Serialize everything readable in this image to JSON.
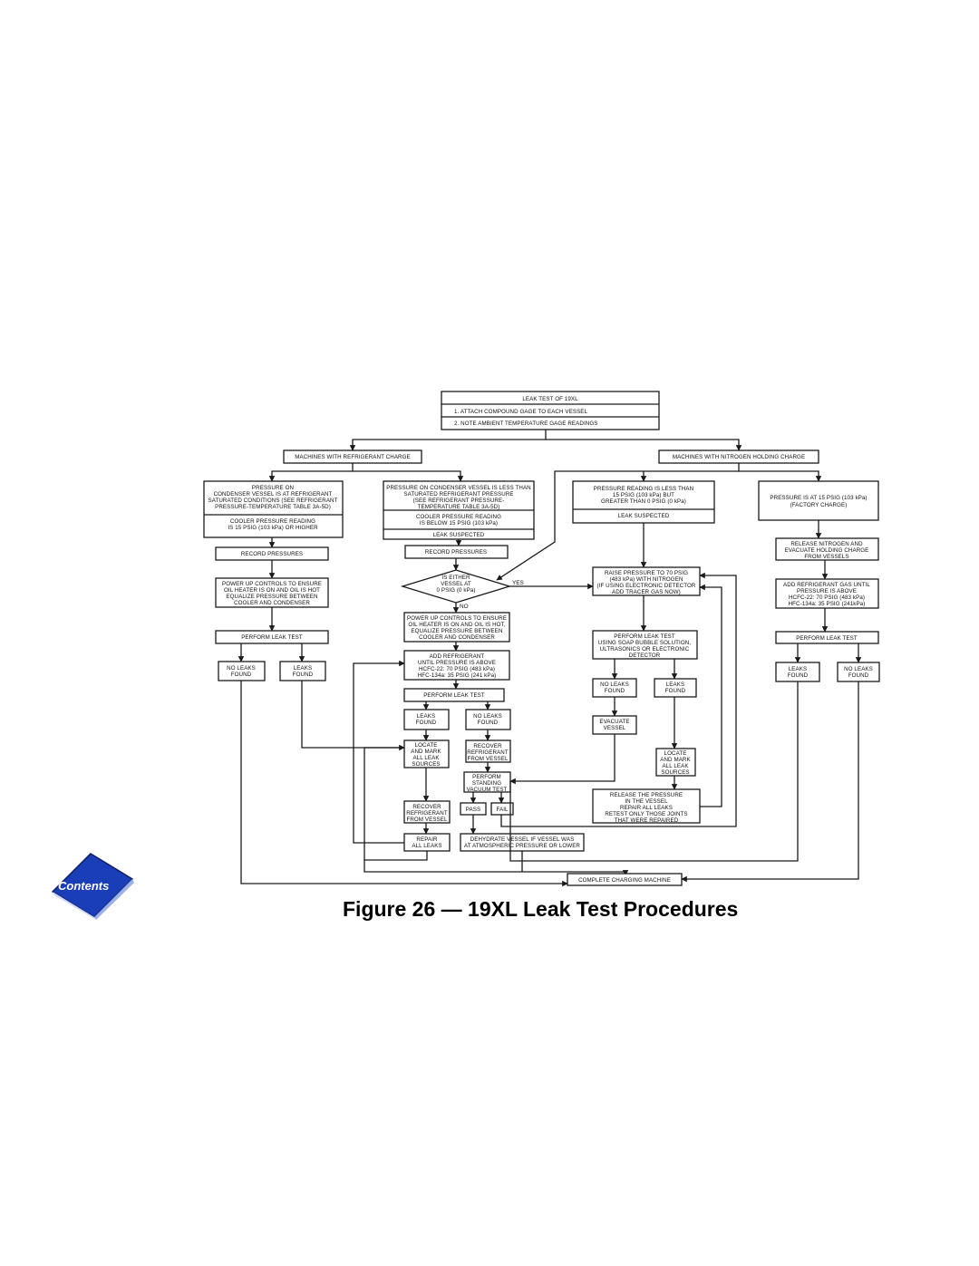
{
  "badge": {
    "label": "Contents"
  },
  "caption": "Figure 26 — 19XL Leak Test Procedures",
  "diagram": {
    "header": {
      "title": "LEAK TEST OF 19XL",
      "step1": "1. ATTACH COMPOUND GAGE TO EACH VESSEL",
      "step2": "2. NOTE AMBIENT TEMPERATURE GAGE READINGS"
    },
    "refrigerant_branch": "MACHINES WITH REFRIGERANT CHARGE",
    "nitrogen_branch": "MACHINES WITH NITROGEN HOLDING CHARGE",
    "col_a": {
      "pressure_on": [
        "PRESSURE ON",
        "CONDENSER VESSEL IS AT REFRIGERANT",
        "SATURATED CONDITIONS (SEE REFRIGERANT",
        "PRESSURE-TEMPERATURE TABLE 3A-5D)"
      ],
      "cooler_reading": [
        "COOLER PRESSURE READING",
        "IS 15 PSIG (103 kPa) OR HIGHER"
      ],
      "record": "RECORD PRESSURES",
      "power_up": [
        "POWER UP CONTROLS TO ENSURE",
        "OIL HEATER IS ON AND OIL IS HOT",
        "EQUALIZE PRESSURE BETWEEN",
        "COOLER AND CONDENSER"
      ],
      "perform": "PERFORM LEAK TEST",
      "no_leaks": [
        "NO LEAKS",
        "FOUND"
      ],
      "leaks": [
        "LEAKS",
        "FOUND"
      ]
    },
    "col_b": {
      "pressure_less": [
        "PRESSURE ON CONDENSER VESSEL IS LESS THAN",
        "SATURATED REFRIGERANT PRESSURE",
        "(SEE REFRIGERANT PRESSURE-",
        "TEMPERATURE TABLE 3A-5D)"
      ],
      "cooler_below": [
        "COOLER PRESSURE READING",
        "IS BELOW 15 PSIG (103 kPa)"
      ],
      "leak_suspected": "LEAK SUSPECTED",
      "record": "RECORD PRESSURES",
      "decision": [
        "IS EITHER",
        "VESSEL AT",
        "0 PSIG (0 kPa)"
      ],
      "yes": "YES",
      "no": "NO",
      "power_up": [
        "POWER UP CONTROLS TO ENSURE",
        "OIL HEATER IS ON AND OIL IS HOT,",
        "EQUALIZE PRESSURE BETWEEN",
        "COOLER AND CONDENSER"
      ],
      "add_refrigerant": [
        "ADD REFRIGERANT",
        "UNTIL PRESSURE IS ABOVE",
        "HCFC-22: 70 PSIG (483 kPa)",
        "HFC-134a: 35 PSIG (241 kPa)"
      ],
      "perform": "PERFORM LEAK TEST",
      "leaks": [
        "LEAKS",
        "FOUND"
      ],
      "no_leaks": [
        "NO LEAKS",
        "FOUND"
      ],
      "locate": [
        "LOCATE",
        "AND MARK",
        "ALL LEAK",
        "SOURCES"
      ],
      "recover": [
        "RECOVER",
        "REFRIGERANT",
        "FROM VESSEL"
      ],
      "standing": [
        "PERFORM",
        "STANDING",
        "VACUUM TEST"
      ],
      "recover2": [
        "RECOVER",
        "REFRIGERANT",
        "FROM VESSEL"
      ],
      "pass": "PASS",
      "fail": "FAIL",
      "repair": [
        "REPAIR",
        "ALL LEAKS"
      ],
      "dehydrate": [
        "DEHYDRATE VESSEL IF VESSEL WAS",
        "AT ATMOSPHERIC PRESSURE OR LOWER"
      ]
    },
    "col_c": {
      "reading_less": [
        "PRESSURE READING IS LESS THAN",
        "15 PSIG (103 kPa) BUT",
        "GREATER THAN 0 PSIG (0 kPa)"
      ],
      "leak_suspected": "LEAK SUSPECTED",
      "raise": [
        "RAISE PRESSURE TO 70 PSIG",
        "(483 kPa) WITH NITROGEN",
        "(IF USING ELECTRONIC DETECTOR",
        "ADD TRACER GAS NOW)"
      ],
      "perform": [
        "PERFORM LEAK TEST",
        "USING SOAP BUBBLE SOLUTION,",
        "ULTRASONICS OR ELECTRONIC",
        "DETECTOR"
      ],
      "no_leaks": [
        "NO LEAKS",
        "FOUND"
      ],
      "leaks": [
        "LEAKS",
        "FOUND"
      ],
      "evacuate": [
        "EVACUATE",
        "VESSEL"
      ],
      "locate": [
        "LOCATE",
        "AND MARK",
        "ALL LEAK",
        "SOURCES"
      ],
      "release": [
        "RELEASE THE PRESSURE",
        "IN THE VESSEL",
        "REPAIR ALL LEAKS",
        "RETEST ONLY THOSE JOINTS",
        "THAT WERE REPAIRED"
      ]
    },
    "col_d": {
      "at_15": [
        "PRESSURE IS AT 15 PSIG (103 kPa)",
        "(FACTORY CHARGE)"
      ],
      "release_n2": [
        "RELEASE NITROGEN AND",
        "EVACUATE HOLDING CHARGE",
        "FROM VESSELS"
      ],
      "add_refrigerant": [
        "ADD REFRIGERANT GAS UNTIL",
        "PRESSURE IS ABOVE",
        "HCFC-22: 70 PSIG (483 kPa)",
        "HFC-134a: 35 PSIG (241kPa)"
      ],
      "perform": "PERFORM LEAK TEST",
      "leaks": [
        "LEAKS",
        "FOUND"
      ],
      "no_leaks": [
        "NO LEAKS",
        "FOUND"
      ]
    },
    "complete": "COMPLETE CHARGING MACHINE"
  }
}
